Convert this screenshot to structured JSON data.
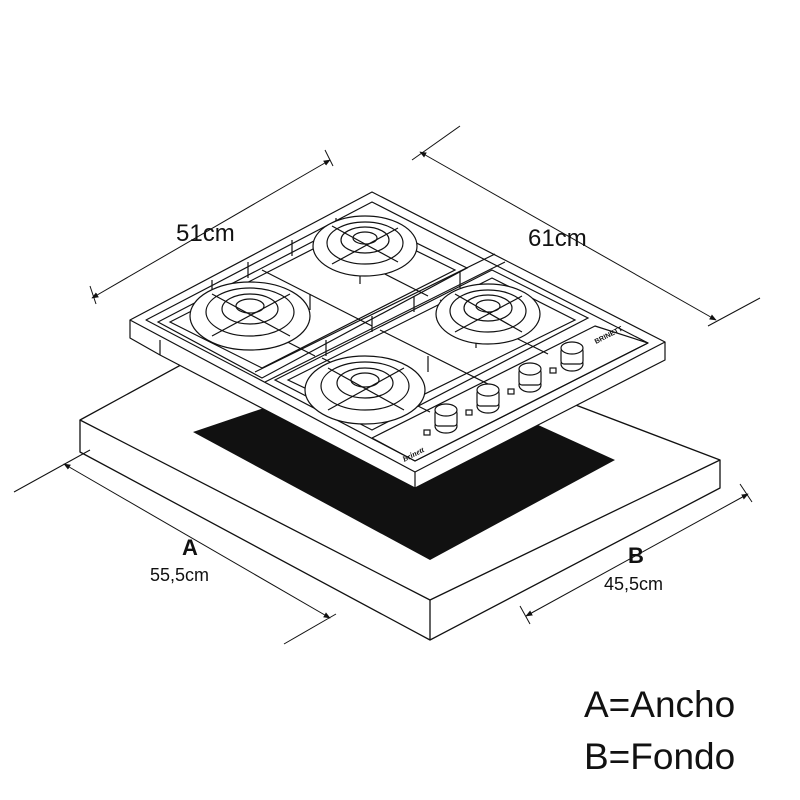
{
  "dimensions": {
    "top_width": "51cm",
    "top_depth": "61cm",
    "cutout_width_letter": "A",
    "cutout_width_value": "55,5cm",
    "cutout_depth_letter": "B",
    "cutout_depth_value": "45,5cm"
  },
  "legend": {
    "a": "A=Ancho",
    "b": "B=Fondo"
  },
  "brand": {
    "panel_logo": "BRINETT",
    "front_logo": "Brinett"
  },
  "colors": {
    "line": "#111111",
    "cutout": "#111111",
    "background": "#ffffff"
  }
}
